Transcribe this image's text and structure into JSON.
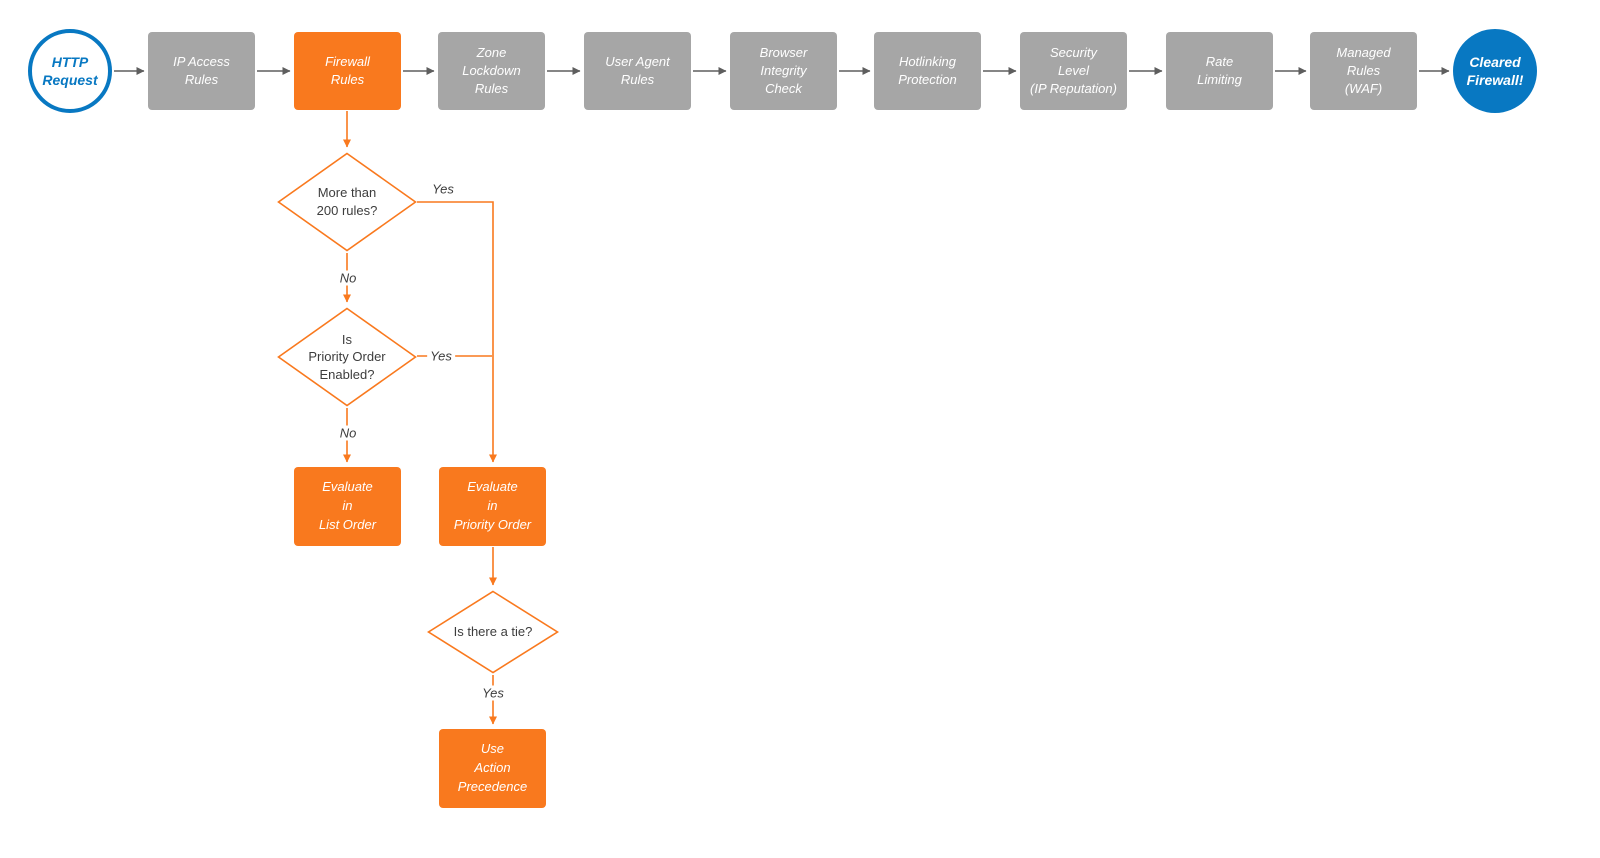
{
  "colors": {
    "orange": "#F9791E",
    "gray_node": "#A6A6A6",
    "blue": "#0878C2",
    "arrow_gray": "#5E5E5E"
  },
  "pipeline": {
    "start": {
      "label": "HTTP\nRequest"
    },
    "steps": [
      {
        "label": "IP Access\nRules"
      },
      {
        "label": "Firewall\nRules"
      },
      {
        "label": "Zone\nLockdown\nRules"
      },
      {
        "label": "User Agent\nRules"
      },
      {
        "label": "Browser\nIntegrity\nCheck"
      },
      {
        "label": "Hotlinking\nProtection"
      },
      {
        "label": "Security\nLevel\n(IP Reputation)"
      },
      {
        "label": "Rate\nLimiting"
      },
      {
        "label": "Managed\nRules\n(WAF)"
      }
    ],
    "end": {
      "label": "Cleared\nFirewall!"
    }
  },
  "decision_tree": {
    "more_than_200": {
      "label": "More than\n200 rules?"
    },
    "priority_enabled": {
      "label": "Is\nPriority Order\nEnabled?"
    },
    "tie": {
      "label": "Is there a tie?"
    },
    "labels": {
      "yes1": "Yes",
      "no1": "No",
      "yes2": "Yes",
      "no2": "No",
      "yes3": "Yes"
    },
    "evaluate_list": {
      "label": "Evaluate\nin\nList Order"
    },
    "evaluate_priority": {
      "label": "Evaluate\nin\nPriority Order"
    },
    "action_precedence": {
      "label": "Use\nAction\nPrecedence"
    }
  }
}
